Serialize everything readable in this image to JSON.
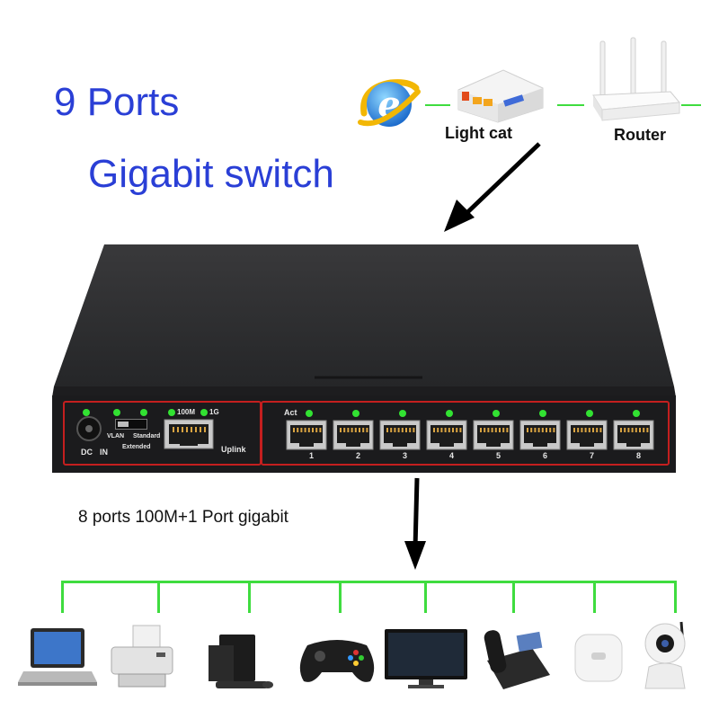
{
  "title_line1": "9 Ports",
  "title_line2": "Gigabit switch",
  "caption": "8 ports 100M+1 Port gigabit",
  "top_chain": {
    "modem_label": "Light cat",
    "router_label": "Router"
  },
  "switch": {
    "dc_label": "DC",
    "in_label": "IN",
    "vlan_label": "VLAN",
    "standard_label": "Standard",
    "extended_label": "Extended",
    "speed_100m_label": "100M",
    "speed_1g_label": "1G",
    "uplink_label": "Uplink",
    "act_label": "Act",
    "ports": [
      "1",
      "2",
      "3",
      "4",
      "5",
      "6",
      "7",
      "8"
    ]
  },
  "devices": [
    "laptop-icon",
    "printer-icon",
    "desktop-pc-icon",
    "gamepad-icon",
    "monitor-icon",
    "desk-phone-icon",
    "access-point-icon",
    "ip-camera-icon"
  ],
  "colors": {
    "title": "#2a3fd6",
    "link_line": "#3fdc3f",
    "switch_body": "#2b2c2e",
    "port_frame": "#c41f1f",
    "led": "#32e232"
  }
}
